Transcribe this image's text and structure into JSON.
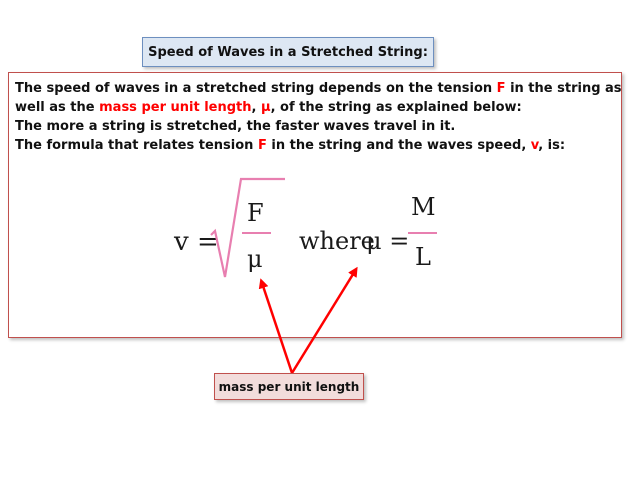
{
  "title": "Speed of Waves in a Stretched String:",
  "paragraph": {
    "line1": {
      "part1": "The speed of waves in a stretched string depends on the tension ",
      "tension_symbol": "F",
      "part2": " in the string as"
    },
    "line2": {
      "part1": "well as the ",
      "mass_phrase": "mass per unit length",
      "sep": ", ",
      "mu_symbol": "μ",
      "part2": ", of the string as explained below:"
    },
    "line3": "The more a string is stretched, the faster waves travel in it.",
    "line4": {
      "part1": "The formula that relates  tension ",
      "tension_symbol": "F",
      "part2": " in the string and the waves speed, ",
      "speed_symbol": "v",
      "part3": ", is:"
    }
  },
  "formula": {
    "lhs": "v =",
    "numerator": "F",
    "denominator": "μ",
    "where": "where",
    "mu_eq": "μ =",
    "mass_numerator": "M",
    "length_denominator": "L"
  },
  "callout": "mass per unit length",
  "colors": {
    "accent_red": "#ff0000",
    "box_border": "#c0504d",
    "title_fill": "#dde7f3",
    "callout_fill": "#f2dcdb",
    "radical": "#e87fb0"
  }
}
